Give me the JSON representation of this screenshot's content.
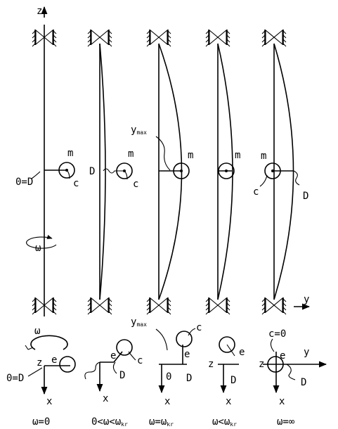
{
  "labels": {
    "z_axis": "z",
    "y_axis": "y",
    "mass": "m",
    "center": "c",
    "damper": "D",
    "coincident": "0=D",
    "omega": "ω",
    "ymax": "y",
    "ymax_sub": "max",
    "ecc": "e",
    "x": "x",
    "zero": "0",
    "c_zero": "c=0"
  },
  "captions": [
    {
      "main": "ω=0",
      "sub": ""
    },
    {
      "main": "0<ω<ω",
      "sub": "kr"
    },
    {
      "main": "ω=ω",
      "sub": "kr"
    },
    {
      "main": "ω<ω",
      "sub": "kr"
    },
    {
      "main": "ω=∞",
      "sub": ""
    }
  ]
}
